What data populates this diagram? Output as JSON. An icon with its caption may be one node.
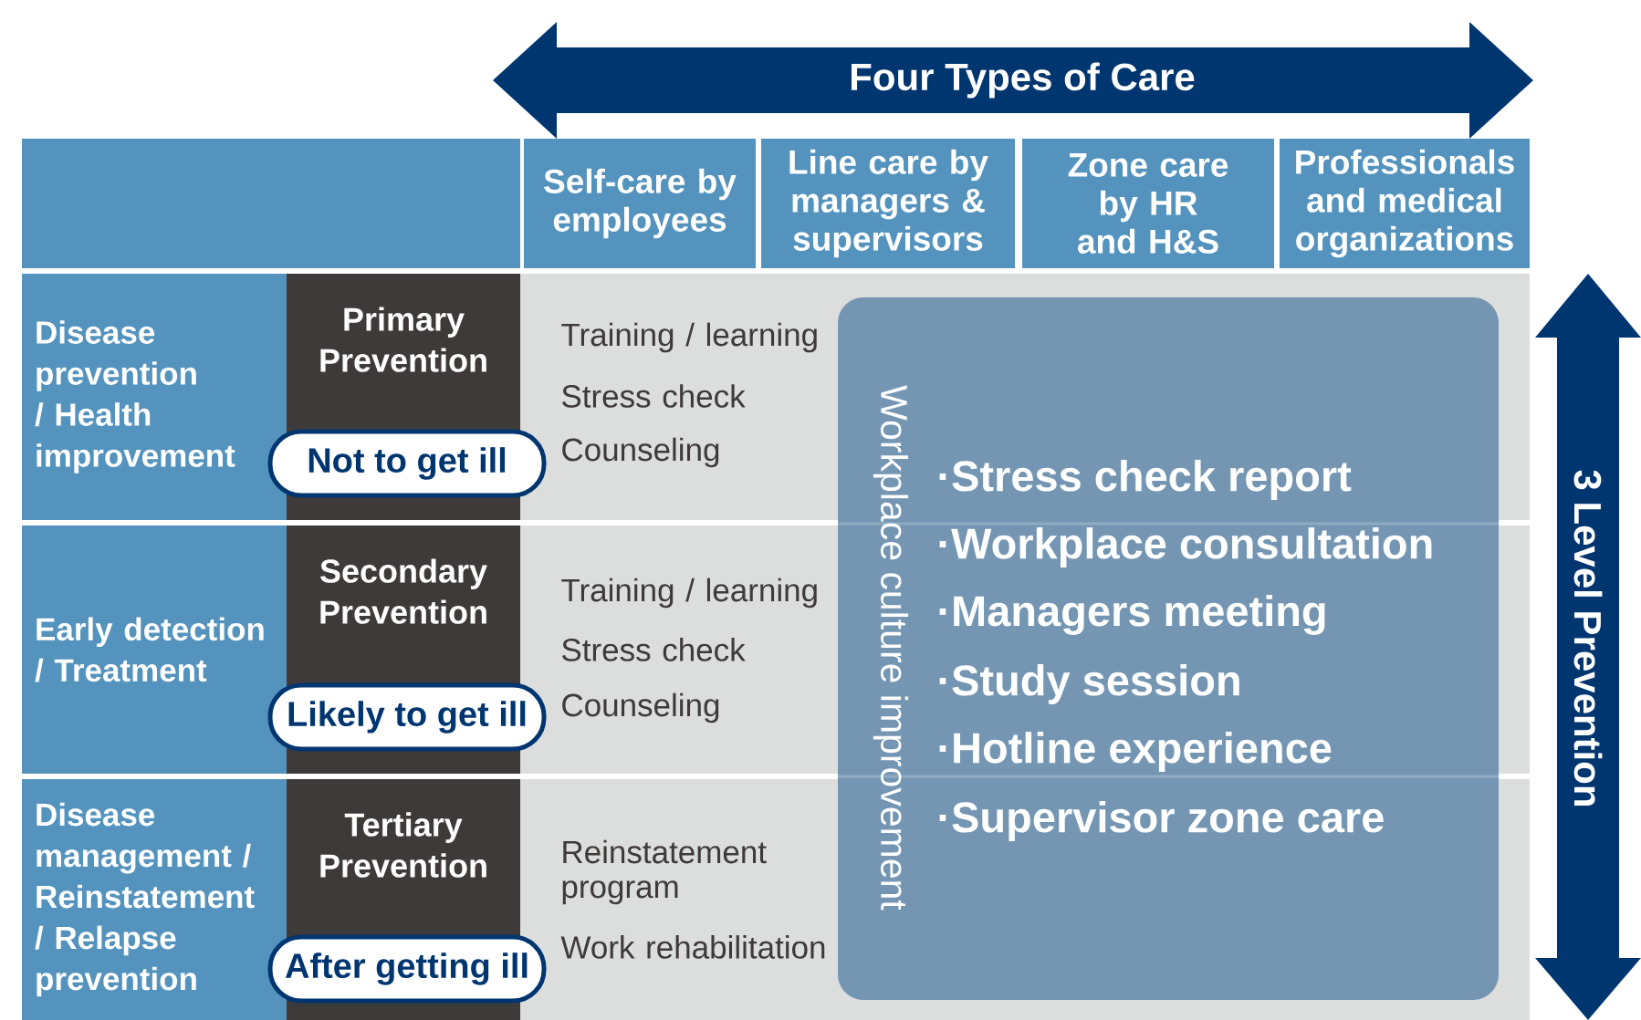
{
  "diagram": {
    "nodes": [
      {
        "text": [
          "Four Types of Care"
        ]
      },
      {
        "text": [
          "Self-care by employees"
        ]
      },
      {
        "text": [
          "Line care by managers & supervisors"
        ]
      },
      {
        "text": [
          "Zone care by HR and H&S"
        ]
      },
      {
        "text": [
          "Professionals and medical organizations"
        ]
      },
      {
        "text": [
          "Disease prevention / Health improvement"
        ]
      },
      {
        "text": [
          "Primary Prevention"
        ]
      },
      {
        "text": [
          "Not to get ill"
        ]
      },
      {
        "text": [
          "Early detection / Treatment"
        ]
      },
      {
        "text": [
          "Secondary Prevention"
        ]
      },
      {
        "text": [
          "Likely to get ill"
        ]
      },
      {
        "text": [
          "Disease management / Reinstatement / Relapse prevention"
        ]
      },
      {
        "text": [
          "Tertiary Prevention"
        ]
      },
      {
        "text": [
          "After getting ill"
        ]
      },
      {
        "text": [
          "Workplace culture improvement",
          "·Stress check report",
          "·Workplace consultation",
          "·Managers meeting",
          "·Study session",
          "·Hotline experience",
          "·Supervisor zone care"
        ]
      },
      {
        "text": [
          "3 Level Prevention"
        ]
      }
    ],
    "labels": [
      "Training / learning",
      "Stress check",
      "Counseling",
      "Training / learning",
      "Stress check",
      "Counseling",
      "Reinstatement program",
      "Work rehabilitation"
    ]
  }
}
